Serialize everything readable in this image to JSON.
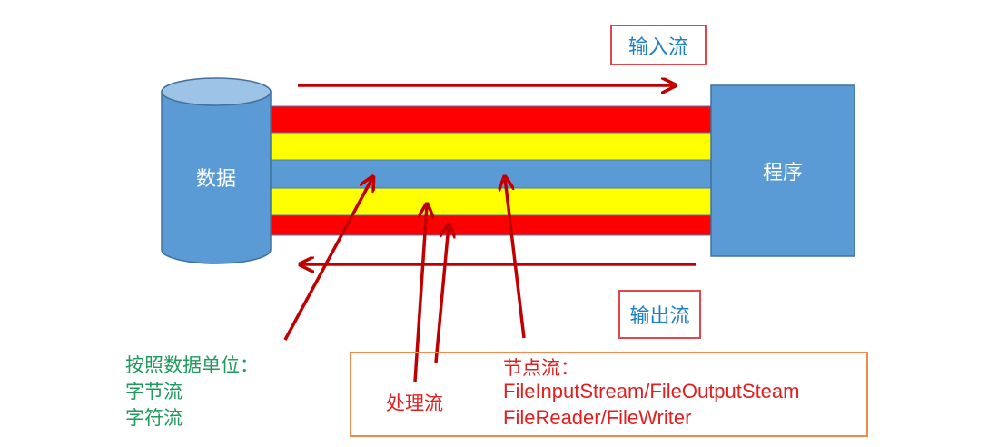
{
  "diagram": {
    "data_label": "数据",
    "program_label": "程序",
    "input_stream_label": "输入流",
    "output_stream_label": "输出流",
    "classification": {
      "title": "按照数据单位：",
      "items": [
        "字节流",
        "字符流"
      ]
    },
    "processing_stream_label": "处理流",
    "node_stream": {
      "title": "节点流：",
      "lines": [
        "FileInputStream/FileOutputSteam",
        "FileReader/FileWriter"
      ]
    }
  },
  "colors": {
    "blue": "#5b9bd5",
    "red_band": "#ff0000",
    "yellow_band": "#ffff00",
    "arrow": "#c00000",
    "label_text": "#1f7fc4",
    "classification_text": "#1f9a5c",
    "node_text": "#e02020",
    "orange_border": "#ef8a4a"
  }
}
